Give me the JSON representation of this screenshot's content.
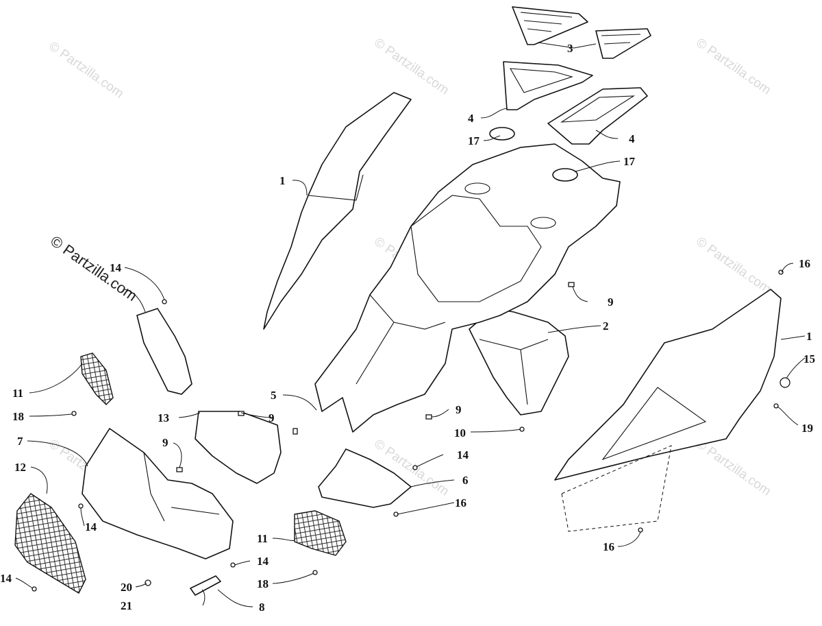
{
  "watermark": {
    "text": "© Partzilla.com",
    "main_text": "© Partzilla.com"
  },
  "callouts": {
    "c1_left": "1",
    "c1_right": "1",
    "c2": "2",
    "c3": "3",
    "c4_left": "4",
    "c4_right": "4",
    "c5": "5",
    "c6": "6",
    "c7": "7",
    "c8": "8",
    "c9_a": "9",
    "c9_b": "9",
    "c9_c": "9",
    "c9_d": "9",
    "c10": "10",
    "c11_a": "11",
    "c11_b": "11",
    "c12": "12",
    "c13": "13",
    "c14_a": "14",
    "c14_b": "14",
    "c14_c": "14",
    "c14_d": "14",
    "c14_e": "14",
    "c15": "15",
    "c16_a": "16",
    "c16_b": "16",
    "c16_c": "16",
    "c17_left": "17",
    "c17_right": "17",
    "c18_a": "18",
    "c18_b": "18",
    "c19": "19",
    "c20": "20",
    "c21": "21"
  }
}
